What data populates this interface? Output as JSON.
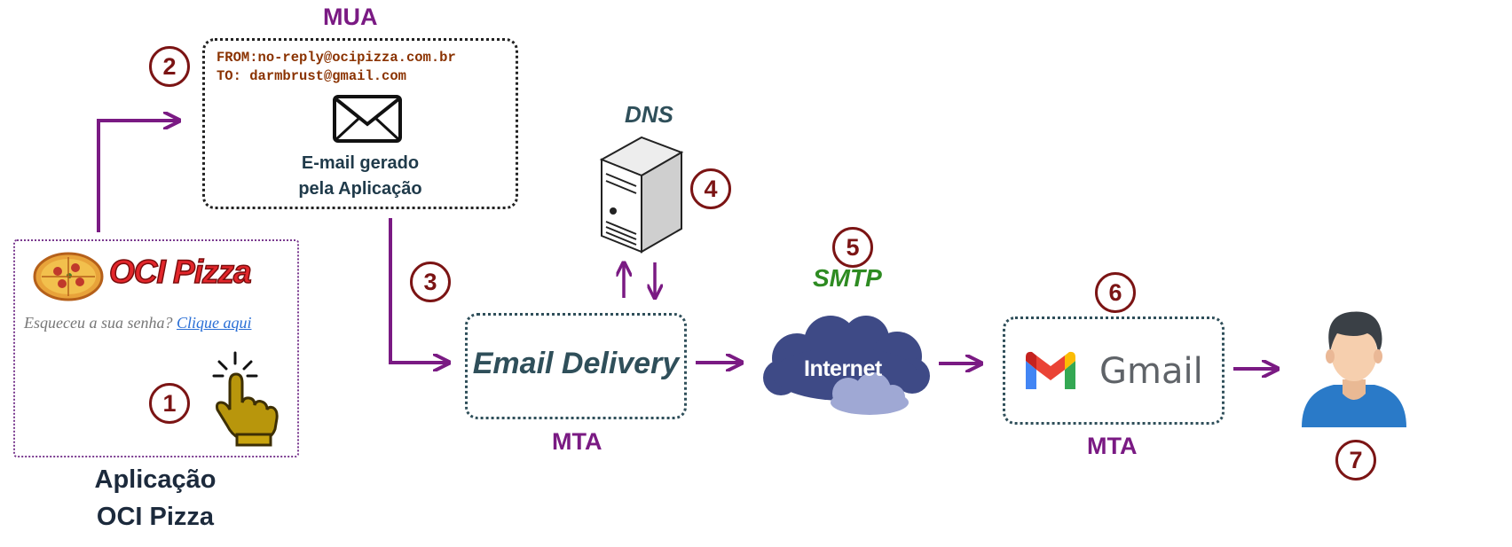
{
  "mua": {
    "title": "MUA",
    "from_label": "FROM:",
    "from_value": "no-reply@ocipizza.com.br",
    "to_label": "TO:",
    "to_value": "darmbrust@gmail.com",
    "caption_line1": "E-mail gerado",
    "caption_line2": "pela Aplicação"
  },
  "app": {
    "logo_text": "OCI Pizza",
    "forgot_text": "Esqueceu a sua senha?",
    "link_text": "Clique aqui",
    "caption_line1": "Aplicação",
    "caption_line2": "OCI Pizza"
  },
  "dns": {
    "label": "DNS"
  },
  "email_delivery": {
    "label": "Email Delivery",
    "caption": "MTA"
  },
  "internet": {
    "label": "Internet",
    "protocol": "SMTP"
  },
  "gmail": {
    "label": "Gmail",
    "caption": "MTA"
  },
  "steps": [
    "1",
    "2",
    "3",
    "4",
    "5",
    "6",
    "7"
  ],
  "colors": {
    "flow_arrow": "#7a1a83",
    "step_circle": "#7b1414",
    "smtp_green": "#2e8b22",
    "teal_text": "#2f4f5a"
  }
}
